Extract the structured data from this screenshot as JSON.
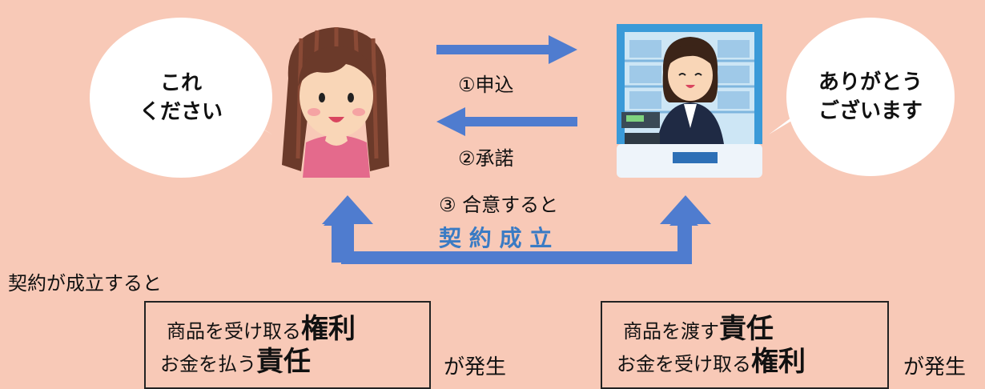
{
  "colors": {
    "background": "#f8c9b7",
    "arrow": "#4f7ccf",
    "contract_text": "#3a7bc4"
  },
  "customer_bubble": {
    "line1": "これ",
    "line2": "ください"
  },
  "clerk_bubble": {
    "line1": "ありがとう",
    "line2": "ございます"
  },
  "steps": {
    "offer": "①申込",
    "accept": "②承諾",
    "agree": "③ 合意すると",
    "contract": "契 約 成 立"
  },
  "icons": {
    "customer": "woman-customer-icon",
    "clerk": "shop-clerk-icon"
  },
  "consequence_intro": "契約が成立すると",
  "customer_box": {
    "row1_prefix": "商品を受け取る",
    "row1_strong": "権利",
    "row2_prefix": "お金を払う",
    "row2_strong": "責任"
  },
  "clerk_box": {
    "row1_prefix": "商品を渡す",
    "row1_strong": "責任",
    "row2_prefix": "お金を受け取る",
    "row2_strong": "権利"
  },
  "arises_left": "が発生",
  "arises_right": "が発生"
}
